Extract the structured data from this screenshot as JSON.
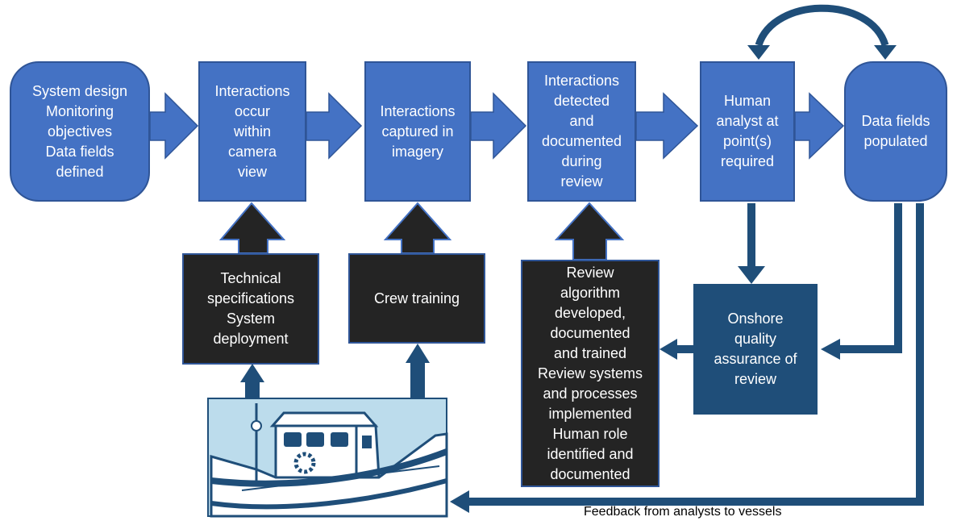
{
  "colors": {
    "process_box": "#4472c4",
    "dark_box": "#242424",
    "qa_box": "#1f4e79",
    "arrow_blue": "#4472c4",
    "arrow_dark": "#1f4e79"
  },
  "process_steps": [
    {
      "id": "system-design",
      "text": "System design\nMonitoring\nobjectives\nData fields\ndefined"
    },
    {
      "id": "interactions-occur",
      "text": "Interactions\noccur\nwithin\ncamera\nview"
    },
    {
      "id": "interactions-captured",
      "text": "Interactions\ncaptured in\nimagery"
    },
    {
      "id": "interactions-detected",
      "text": "Interactions\ndetected\nand\ndocumented\nduring\nreview"
    },
    {
      "id": "human-analyst",
      "text": "Human\nanalyst at\npoint(s)\nrequired"
    },
    {
      "id": "data-fields",
      "text": "Data fields\npopulated"
    }
  ],
  "support_boxes": [
    {
      "id": "technical-specifications",
      "text": "Technical\nspecifications\nSystem\ndeployment"
    },
    {
      "id": "crew-training",
      "text": "Crew training"
    },
    {
      "id": "review-algorithm",
      "text": "Review\nalgorithm\ndeveloped,\ndocumented\nand trained\nReview systems\nand processes\nimplemented\nHuman role\nidentified and\ndocumented"
    }
  ],
  "qa_box": {
    "text": "Onshore\nquality\nassurance of\nreview"
  },
  "feedback_caption": "Feedback from analysts to vessels",
  "vessel_image": {
    "icon": "fishing-boat-icon"
  }
}
